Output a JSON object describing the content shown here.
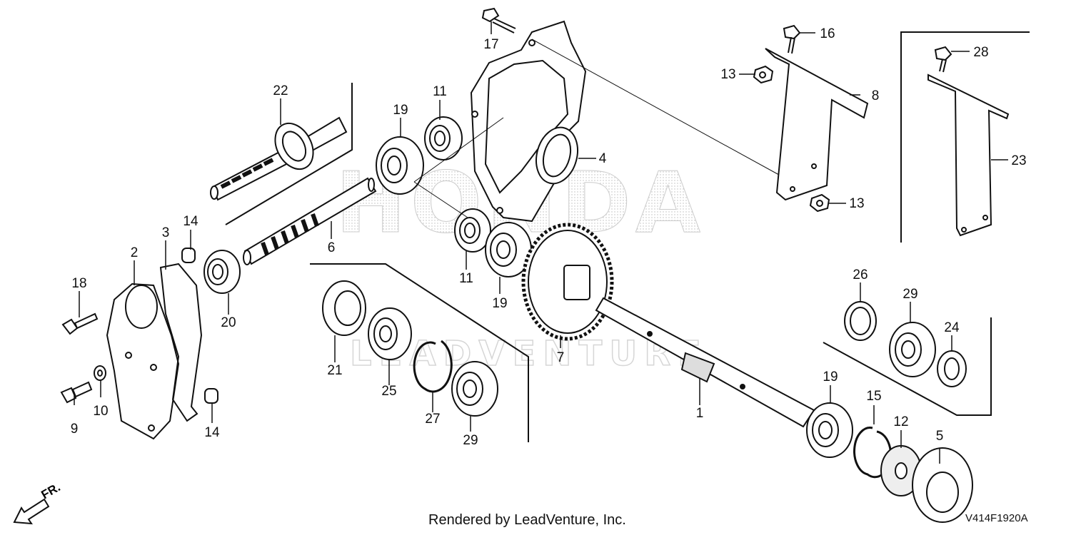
{
  "diagram": {
    "watermark_brand": "HONDA",
    "watermark_dealer": "LEADVENTURE",
    "direction_label": "FR.",
    "credit": "Rendered by LeadVenture, Inc.",
    "diagram_code": "V414F1920A"
  },
  "callouts": {
    "c1": "1",
    "c2": "2",
    "c3": "3",
    "c4": "4",
    "c5": "5",
    "c6": "6",
    "c7": "7",
    "c8": "8",
    "c9": "9",
    "c10": "10",
    "c11a": "11",
    "c11b": "11",
    "c12": "12",
    "c13a": "13",
    "c13b": "13",
    "c14a": "14",
    "c14b": "14",
    "c15": "15",
    "c16": "16",
    "c17": "17",
    "c18": "18",
    "c19a": "19",
    "c19b": "19",
    "c19c": "19",
    "c20": "20",
    "c21": "21",
    "c22": "22",
    "c23": "23",
    "c24": "24",
    "c25": "25",
    "c26": "26",
    "c27": "27",
    "c28": "28",
    "c29a": "29",
    "c29b": "29"
  }
}
